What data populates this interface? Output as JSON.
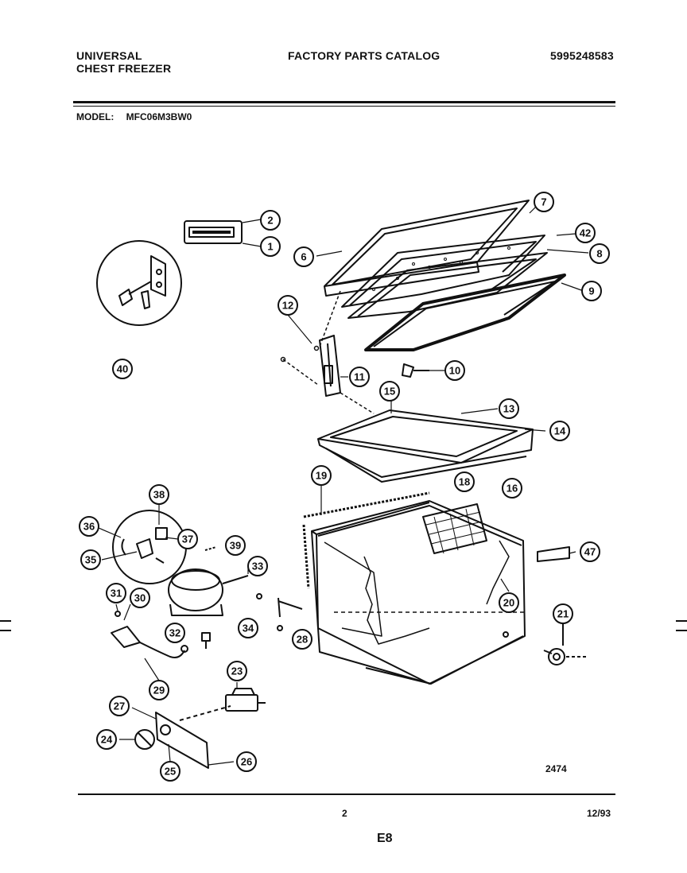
{
  "header": {
    "brand_line1": "UNIVERSAL",
    "brand_line2": "CHEST FREEZER",
    "catalog_title": "FACTORY PARTS CATALOG",
    "part_number": "5995248583"
  },
  "model": {
    "label": "MODEL:",
    "value": "MFC06M3BW0"
  },
  "drawing_number": "2474",
  "footer": {
    "page": "2",
    "date": "12/93",
    "section": "E8"
  },
  "callouts": [
    "1",
    "2",
    "6",
    "7",
    "42",
    "8",
    "9",
    "12",
    "11",
    "10",
    "40",
    "15",
    "13",
    "14",
    "16",
    "18",
    "19",
    "38",
    "36",
    "37",
    "39",
    "35",
    "33",
    "31",
    "30",
    "32",
    "34",
    "28",
    "20",
    "47",
    "29",
    "23",
    "27",
    "24",
    "26",
    "25",
    "21"
  ]
}
